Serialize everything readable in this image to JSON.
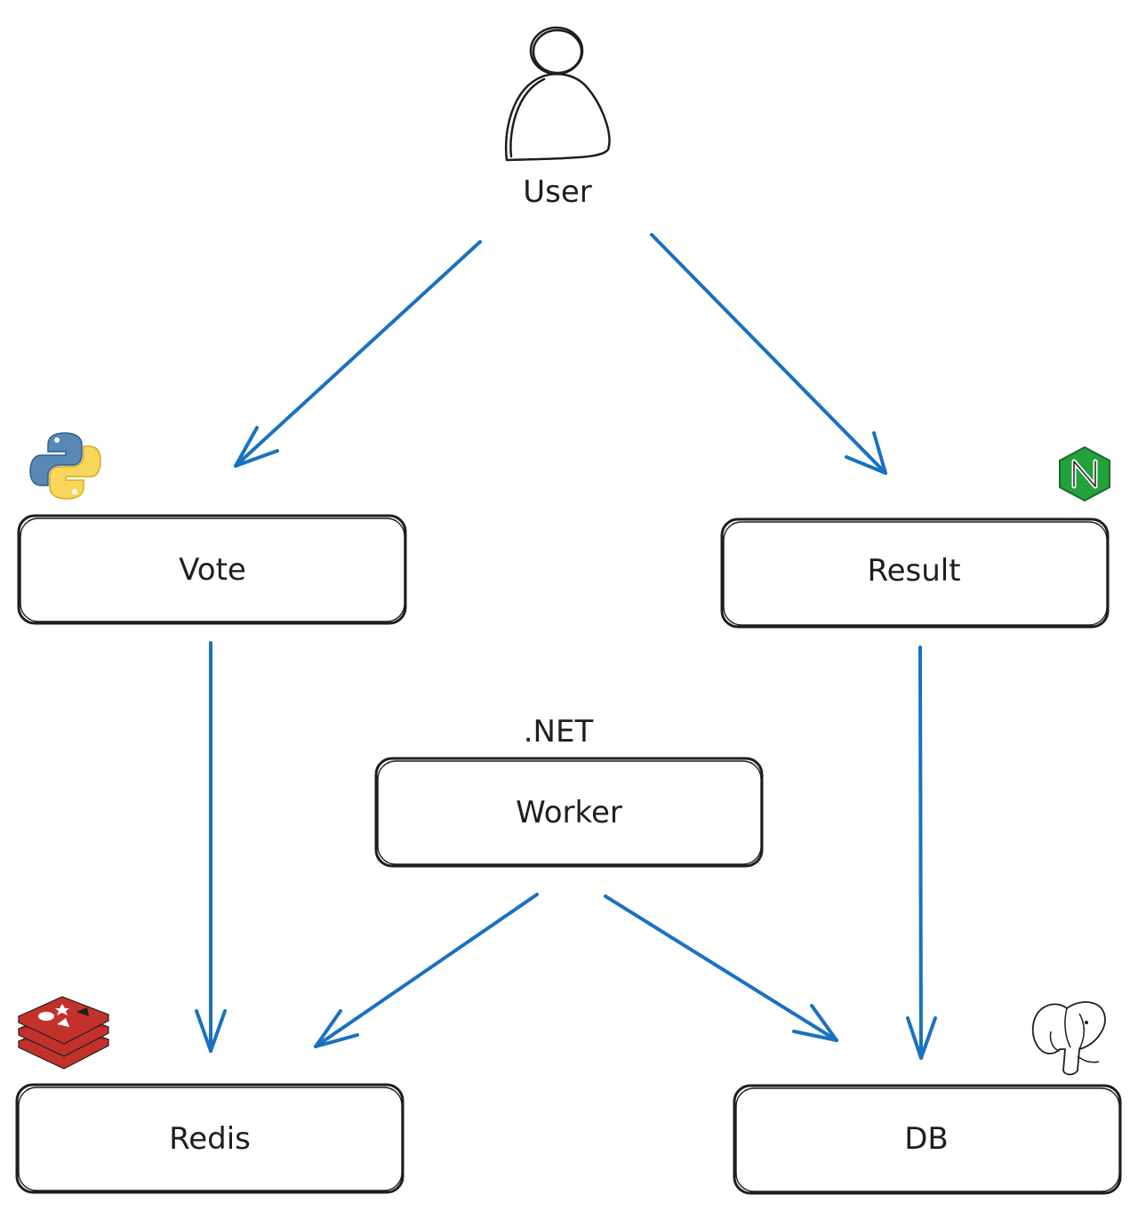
{
  "diagram": {
    "user": {
      "label": "User"
    },
    "worker_tech": {
      "label": ".NET"
    },
    "nodes": {
      "vote": {
        "label": "Vote"
      },
      "result": {
        "label": "Result"
      },
      "worker": {
        "label": "Worker"
      },
      "redis": {
        "label": "Redis"
      },
      "db": {
        "label": "DB"
      }
    },
    "icons": {
      "vote": "python-logo-icon",
      "result": "nginx-logo-icon",
      "redis": "redis-logo-icon",
      "db": "postgresql-logo-icon",
      "user": "user-icon"
    },
    "edges": [
      {
        "from": "User",
        "to": "Vote"
      },
      {
        "from": "User",
        "to": "Result"
      },
      {
        "from": "Vote",
        "to": "Redis"
      },
      {
        "from": "Result",
        "to": "DB"
      },
      {
        "from": "Worker",
        "to": "Redis"
      },
      {
        "from": "Worker",
        "to": "DB"
      }
    ],
    "colors": {
      "arrow": "#1971c2",
      "stroke": "#1e1e1e",
      "python_blue": "#3b73a8",
      "python_yellow": "#f7cf3c",
      "nginx_green": "#23a13a",
      "redis_red": "#c3312b"
    }
  }
}
